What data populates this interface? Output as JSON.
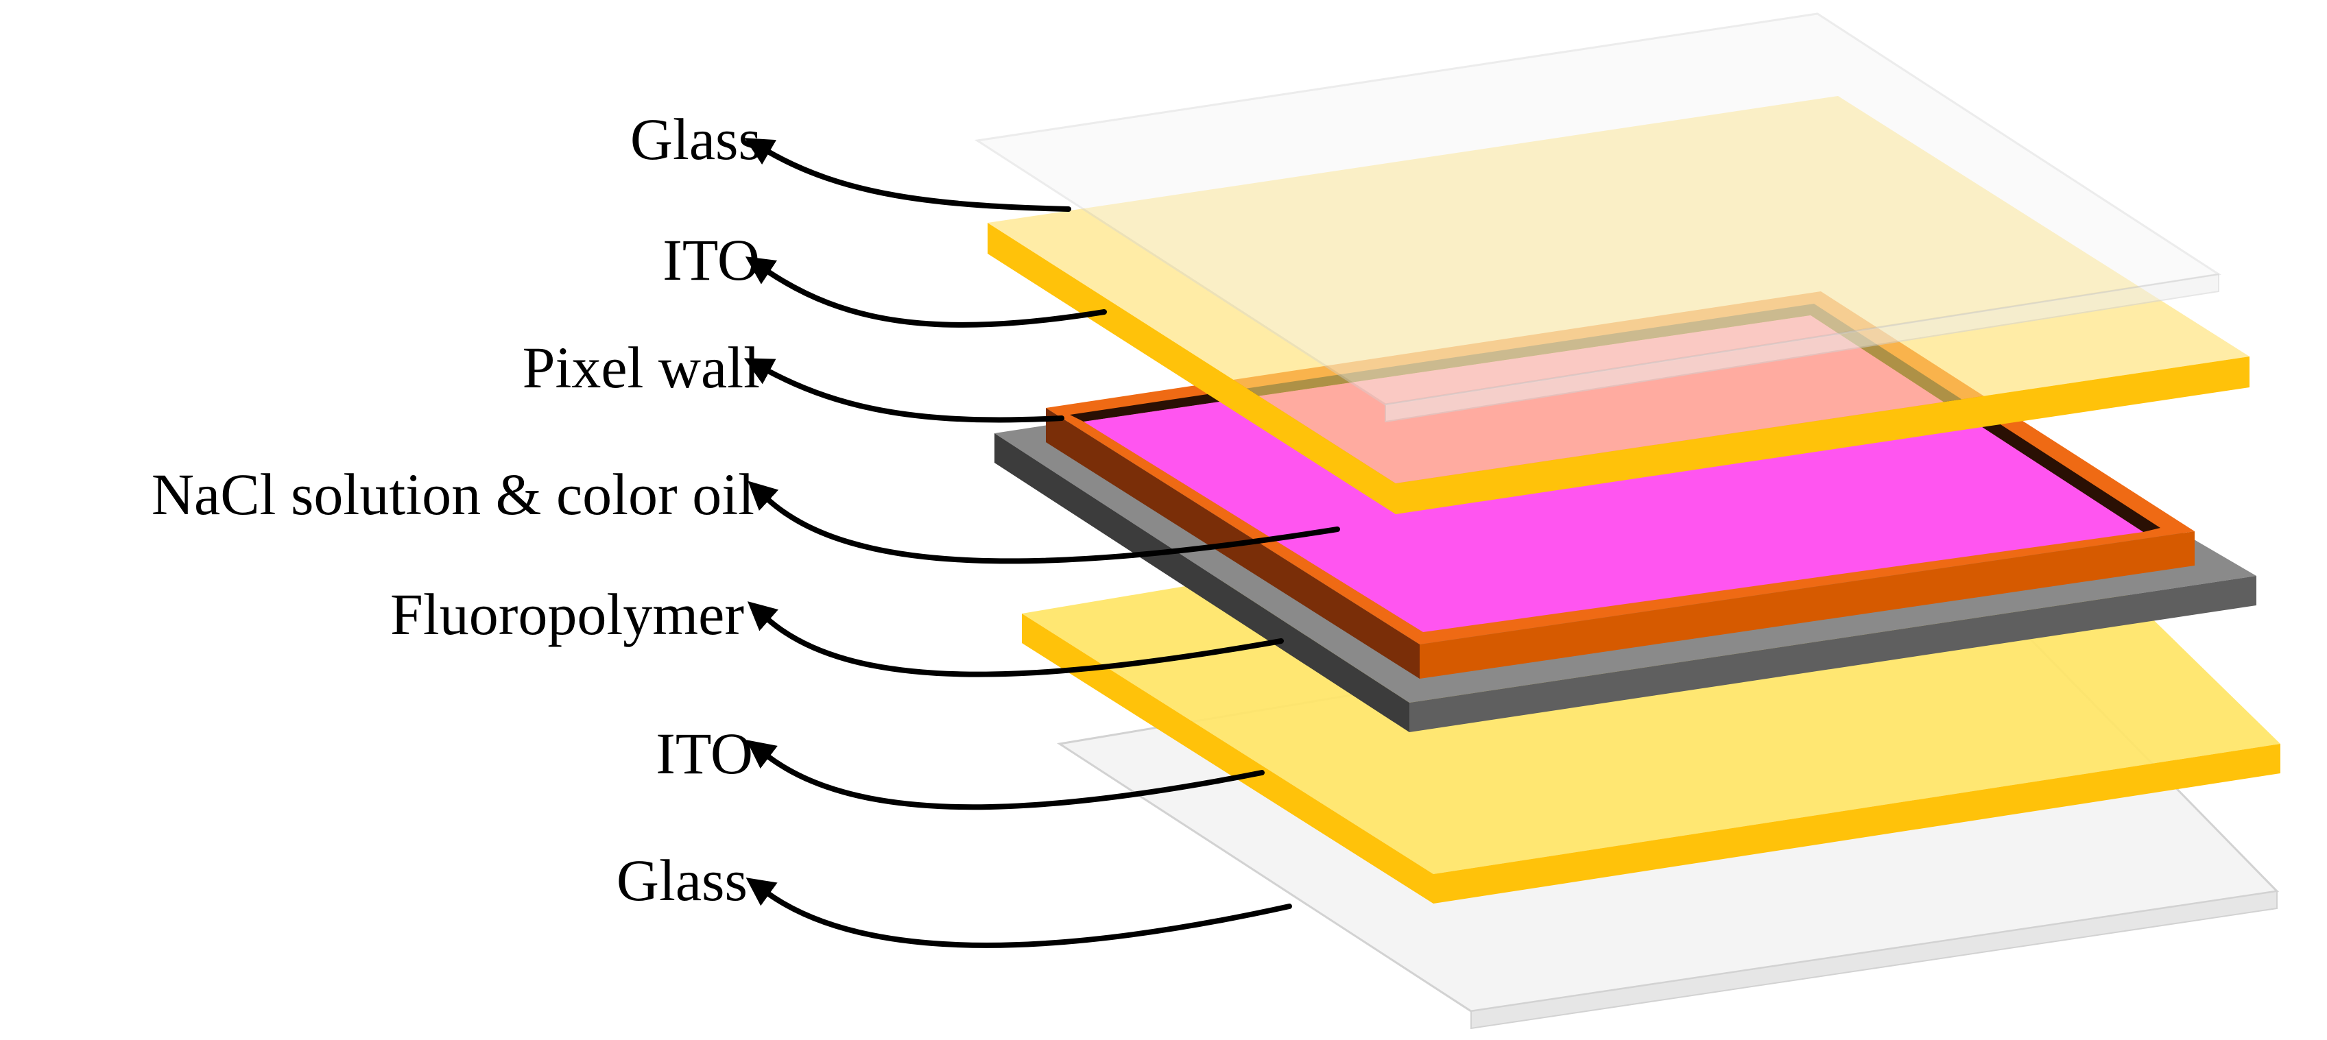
{
  "labels": {
    "glass_top": "Glass",
    "ito_top": "ITO",
    "pixel_wall": "Pixel wall",
    "nacl_oil": "NaCl solution & color oil",
    "fluoropolymer": "Fluoropolymer",
    "ito_bottom": "ITO",
    "glass_bottom": "Glass"
  },
  "colors": {
    "glass_face": "#f4f4f4",
    "glass_edge": "#e6e6e6",
    "glass_outline": "#d2d2d2",
    "ito_face": "#ffe566",
    "ito_edge": "#ffc20a",
    "pixel_wall_top": "#ef6a14",
    "pixel_wall_side": "#d65a00",
    "pixel_wall_dark": "#7a2e08",
    "oil": "#ff55f0",
    "fluoropolymer_top": "#8a8a8a",
    "fluoropolymer_side": "#5f5f5f",
    "fluoropolymer_dark": "#3c3c3c",
    "arrow": "#000000"
  }
}
